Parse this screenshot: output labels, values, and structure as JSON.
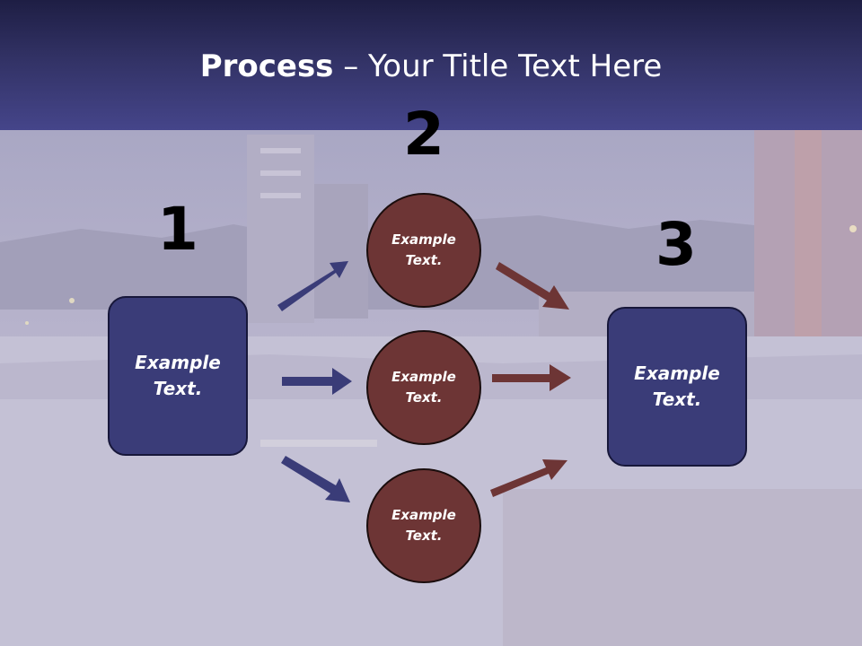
{
  "title": {
    "bold": "Process",
    "rest": " – Your Title Text Here"
  },
  "steps": {
    "one": "1",
    "two": "2",
    "three": "3"
  },
  "left_box": {
    "text": "Example Text."
  },
  "circles": [
    {
      "text": "Example Text."
    },
    {
      "text": "Example Text."
    },
    {
      "text": "Example Text."
    }
  ],
  "right_box": {
    "text": "Example Text."
  },
  "colors": {
    "box_fill": "#3a3c78",
    "circle_fill": "#6d3535",
    "blue_arrow": "#3a3c78",
    "red_arrow": "#6d3535"
  }
}
